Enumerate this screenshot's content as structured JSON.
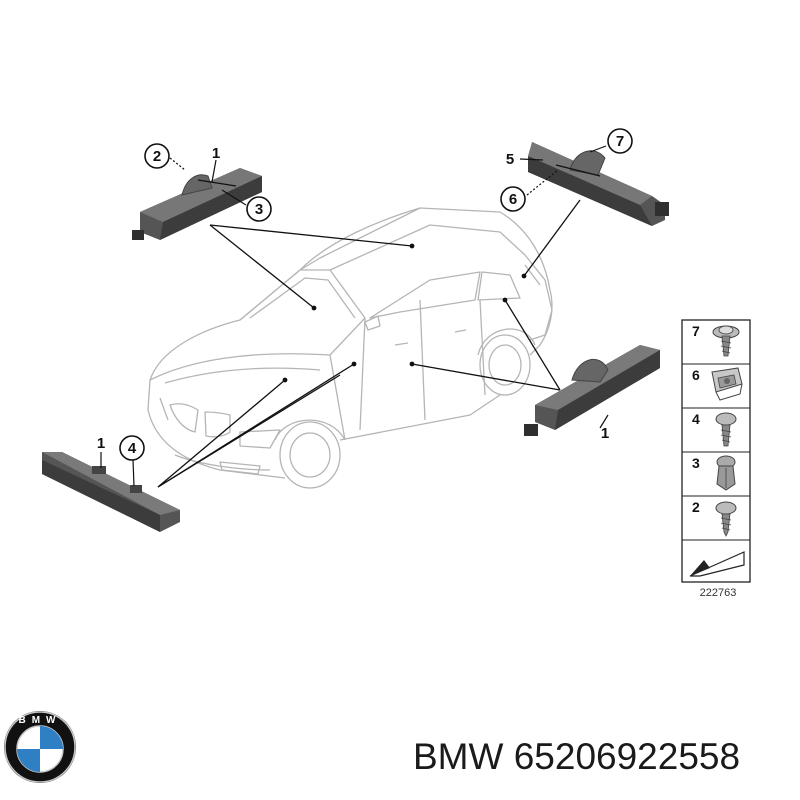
{
  "diagram": {
    "reference_number": "222763",
    "callouts": {
      "tl_2": "2",
      "tl_1": "1",
      "tl_3": "3",
      "tr_7": "7",
      "tr_5": "5",
      "tr_6": "6",
      "bl_1": "1",
      "bl_4": "4",
      "br_1": "1"
    },
    "legend": {
      "items": [
        {
          "number": "7",
          "icon": "flange-screw-icon"
        },
        {
          "number": "6",
          "icon": "spring-nut-icon"
        },
        {
          "number": "4",
          "icon": "oval-head-screw-icon"
        },
        {
          "number": "3",
          "icon": "expanding-rivet-icon"
        },
        {
          "number": "2",
          "icon": "self-tapping-screw-icon"
        }
      ]
    }
  },
  "footer": {
    "brand": "BMW",
    "part_number": "65206922558",
    "logo_letters": "BMW",
    "logo_colors": {
      "blue": "#2e7fc3",
      "black": "#111111",
      "silver": "#c8c8c8"
    }
  }
}
